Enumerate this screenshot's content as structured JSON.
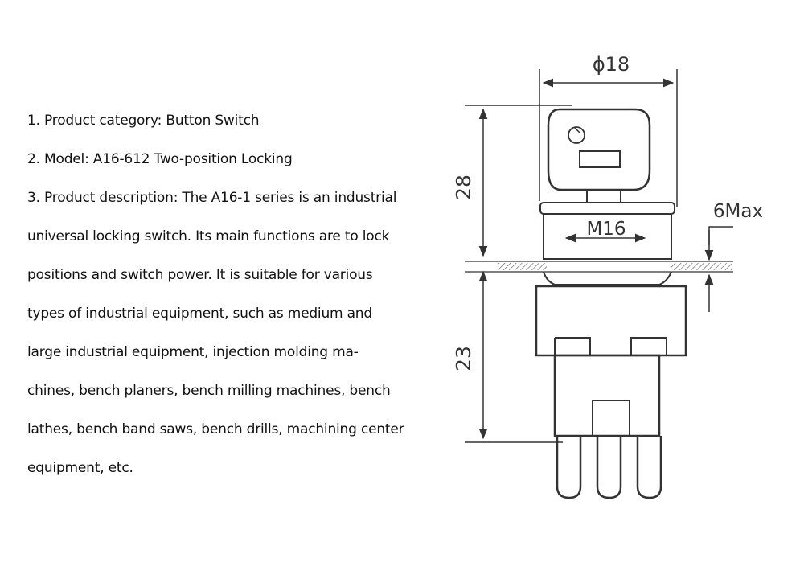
{
  "description_lines": [
    "1. Product category: Button Switch",
    "2. Model: A16-612 Two-position Locking",
    "3. Product description: The A16-1 series is an industrial",
    "universal locking switch. Its main functions are to lock",
    "positions and switch power. It is suitable for various",
    "types of industrial equipment, such as medium and",
    "large industrial equipment, injection molding ma-",
    "chines, bench planers, bench milling machines, bench",
    "lathes, bench band saws, bench drills, machining center",
    "equipment, etc."
  ],
  "drawing": {
    "diameter_label": "ϕ18",
    "height_top_label": "28",
    "height_bottom_label": "23",
    "thread_label": "M16",
    "panel_label": "6Max"
  }
}
